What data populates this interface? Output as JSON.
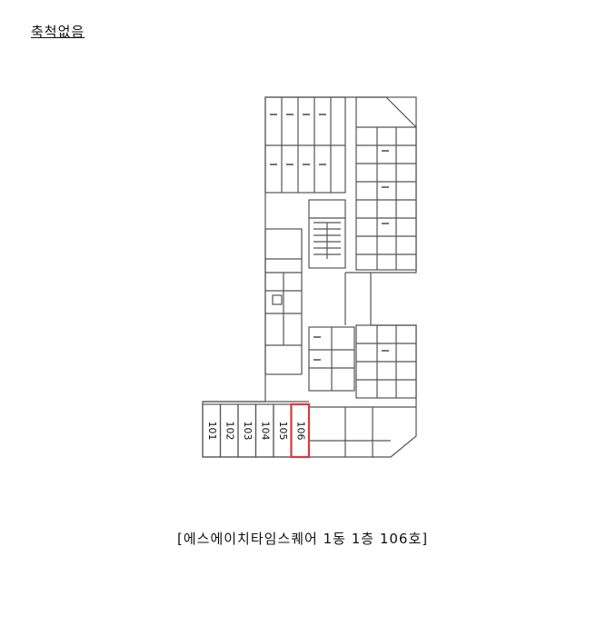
{
  "scale_note": "축척없음",
  "caption": "[에스에이치타임스퀘어 1동 1층 106호]",
  "units": [
    {
      "label": "101",
      "highlight": false
    },
    {
      "label": "102",
      "highlight": false
    },
    {
      "label": "103",
      "highlight": false
    },
    {
      "label": "104",
      "highlight": false
    },
    {
      "label": "105",
      "highlight": false
    },
    {
      "label": "106",
      "highlight": true
    }
  ],
  "highlight_color": "#d93a3a"
}
